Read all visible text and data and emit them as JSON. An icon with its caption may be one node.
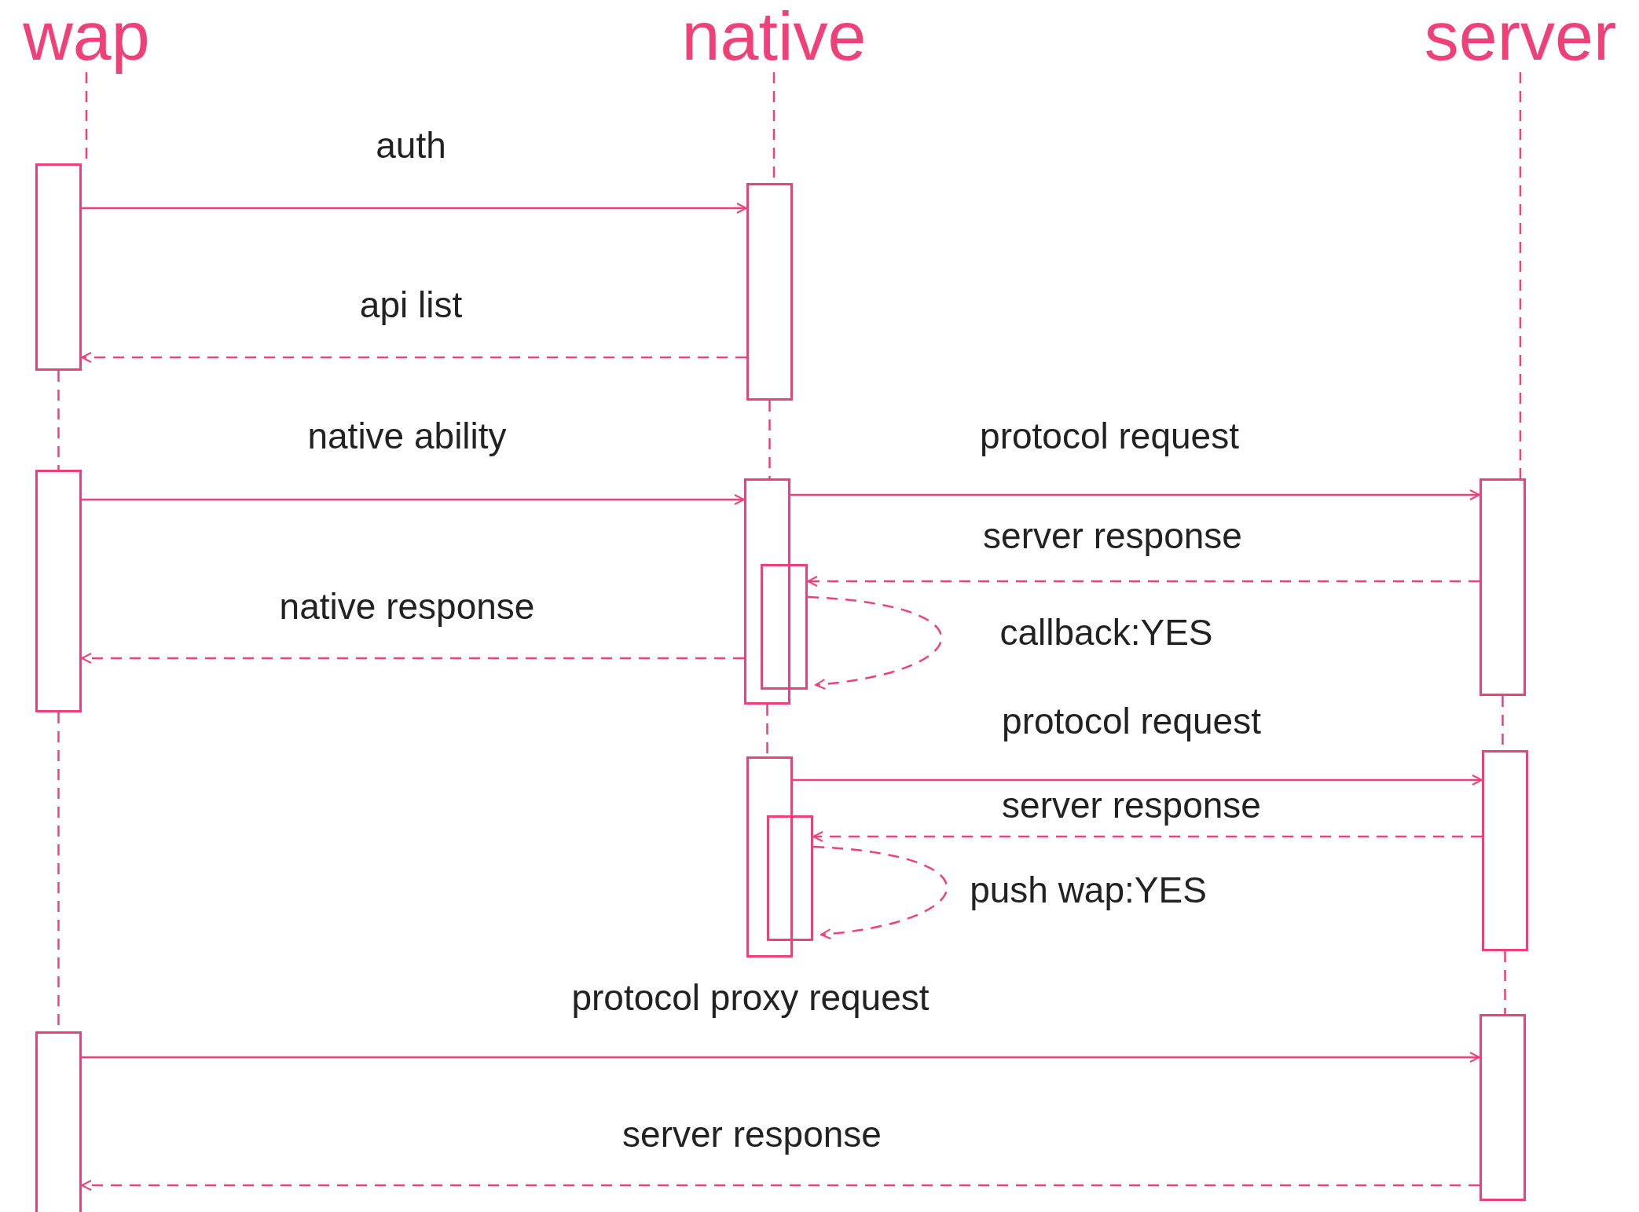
{
  "diagram": {
    "nodes": [
      {
        "text": [
          "wap"
        ]
      },
      {
        "text": [
          "native"
        ]
      },
      {
        "text": [
          "server"
        ]
      },
      {
        "text": [],
        "shape": "box"
      },
      {
        "text": [],
        "shape": "box"
      },
      {
        "text": [],
        "shape": "box"
      },
      {
        "text": [],
        "shape": "box"
      },
      {
        "text": [],
        "shape": "box"
      },
      {
        "text": [],
        "shape": "box"
      },
      {
        "text": [],
        "shape": "box"
      },
      {
        "text": [],
        "shape": "box"
      },
      {
        "text": [],
        "shape": "box"
      },
      {
        "text": [],
        "shape": "box"
      },
      {
        "text": [],
        "shape": "box"
      }
    ],
    "edges": [
      {
        "from": 0,
        "to": 3,
        "arrow": "none",
        "style": "dashed"
      },
      {
        "from": 3,
        "to": 5,
        "arrow": "none",
        "style": "dashed"
      },
      {
        "from": 5,
        "to": 12,
        "arrow": "none",
        "style": "dashed"
      },
      {
        "from": 1,
        "to": 4,
        "arrow": "none",
        "style": "dashed"
      },
      {
        "from": 4,
        "to": 6,
        "arrow": "none",
        "style": "dashed"
      },
      {
        "from": 6,
        "to": 9,
        "arrow": "none",
        "style": "dashed"
      },
      {
        "from": 2,
        "to": 8,
        "arrow": "none",
        "style": "dashed"
      },
      {
        "from": 8,
        "to": 11,
        "arrow": "none",
        "style": "dashed"
      },
      {
        "from": 11,
        "to": 13,
        "arrow": "none",
        "style": "dashed"
      },
      {
        "from": 3,
        "to": 4,
        "arrow": "to",
        "label": "auth"
      },
      {
        "from": 4,
        "to": 3,
        "arrow": "to",
        "label": "api list",
        "style": "dashed"
      },
      {
        "from": 5,
        "to": 6,
        "arrow": "to",
        "label": "native ability"
      },
      {
        "from": 6,
        "to": 8,
        "arrow": "to",
        "label": "protocol request"
      },
      {
        "from": 8,
        "to": 7,
        "arrow": "to",
        "label": "server response",
        "style": "dashed"
      },
      {
        "from": 7,
        "to": 7,
        "arrow": "to",
        "label": "callback:YES",
        "style": "dashed"
      },
      {
        "from": 6,
        "to": 5,
        "arrow": "to",
        "label": "native response",
        "style": "dashed"
      },
      {
        "from": 9,
        "to": 11,
        "arrow": "to",
        "label": "protocol request"
      },
      {
        "from": 11,
        "to": 10,
        "arrow": "to",
        "label": "server response",
        "style": "dashed"
      },
      {
        "from": 10,
        "to": 10,
        "arrow": "to",
        "label": "push wap:YES",
        "style": "dashed"
      },
      {
        "from": 12,
        "to": 13,
        "arrow": "to",
        "label": "protocol proxy request"
      },
      {
        "from": 13,
        "to": 12,
        "arrow": "to",
        "label": "server response",
        "style": "dashed"
      }
    ]
  }
}
